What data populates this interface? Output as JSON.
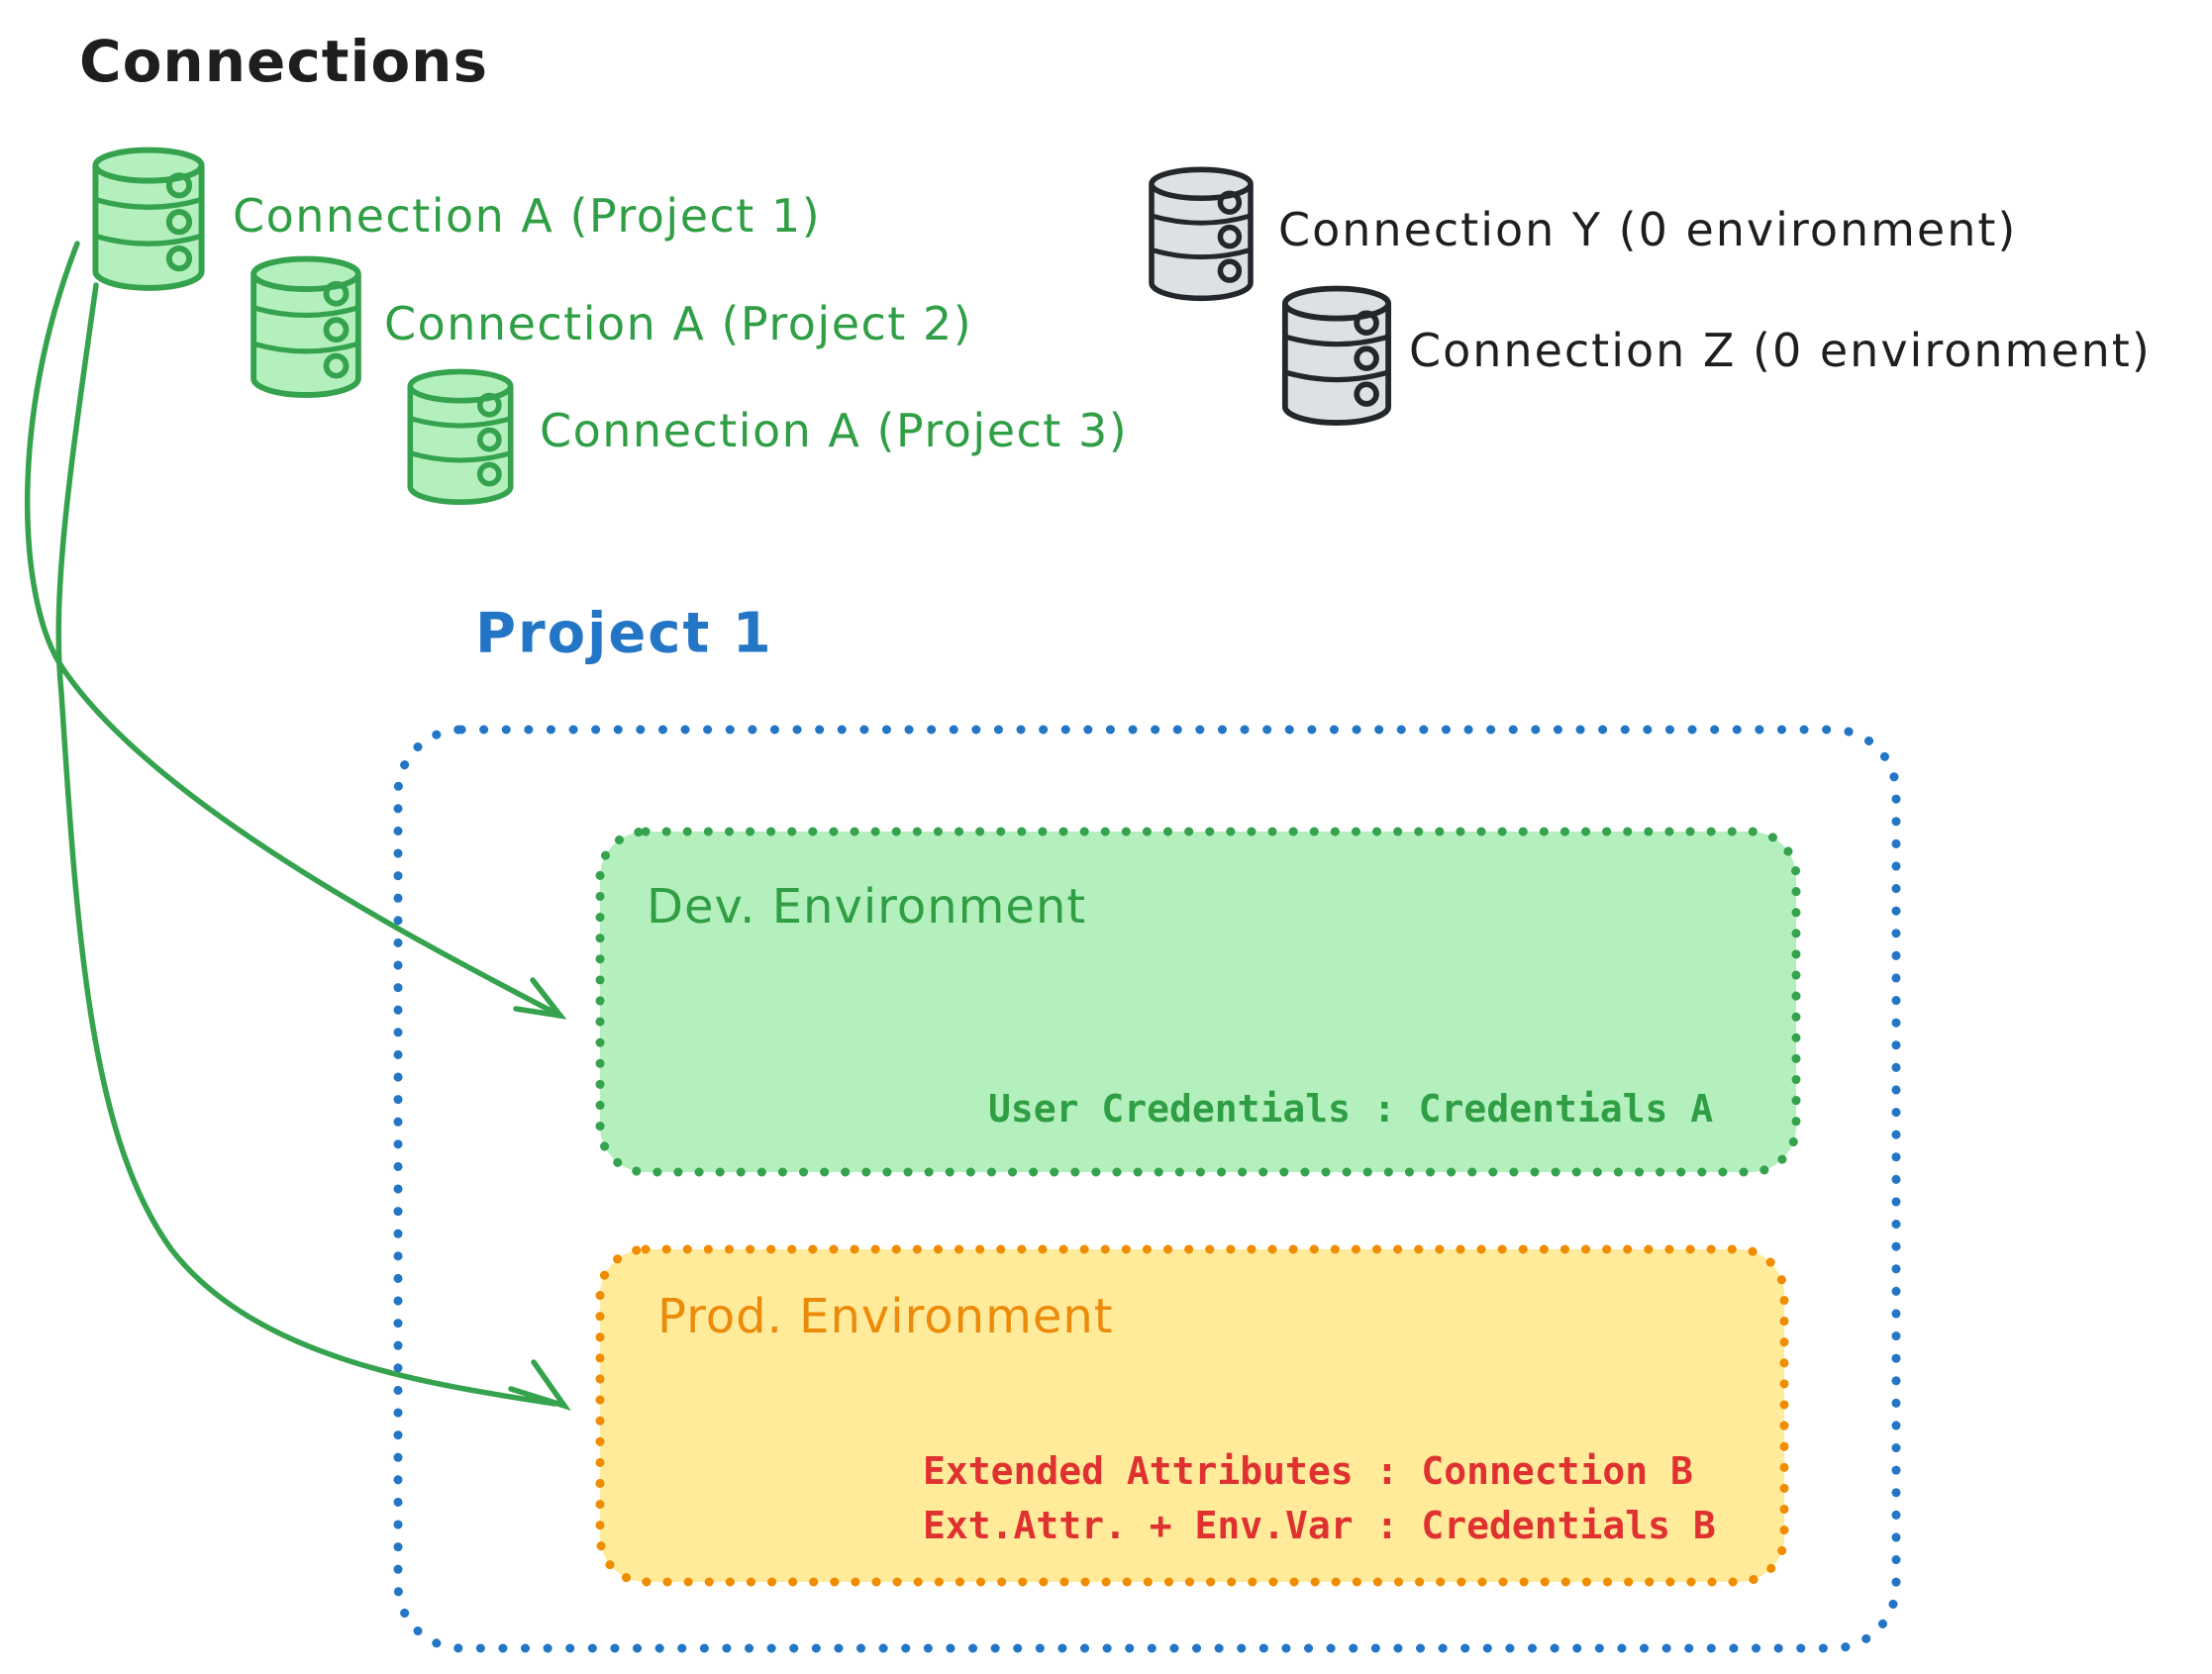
{
  "title": "Connections",
  "colors": {
    "green_stroke": "#35a24e",
    "green_fill": "#b4f0bd",
    "green_text": "#2f9e44",
    "gray_stroke": "#23272b",
    "gray_fill": "#dce1e5",
    "black_text": "#1e1e1e",
    "blue": "#2376c6",
    "orange": "#f08c00",
    "orange_text": "#ec8b0a",
    "yellow_fill": "#ffeb9a",
    "red_text": "#e03131"
  },
  "connections": {
    "project_a": [
      {
        "label": "Connection A (Project 1)"
      },
      {
        "label": "Connection A (Project 2)"
      },
      {
        "label": "Connection A (Project 3)"
      }
    ],
    "unassigned": [
      {
        "label": "Connection Y (0 environment)"
      },
      {
        "label": "Connection Z (0 environment)"
      }
    ]
  },
  "project": {
    "title": "Project 1",
    "environments": {
      "dev": {
        "title": "Dev. Environment",
        "lines": [
          "User Credentials : Credentials A"
        ]
      },
      "prod": {
        "title": "Prod. Environment",
        "lines": [
          "Extended Attributes : Connection B",
          "Ext.Attr. + Env.Var : Credentials B"
        ]
      }
    }
  }
}
